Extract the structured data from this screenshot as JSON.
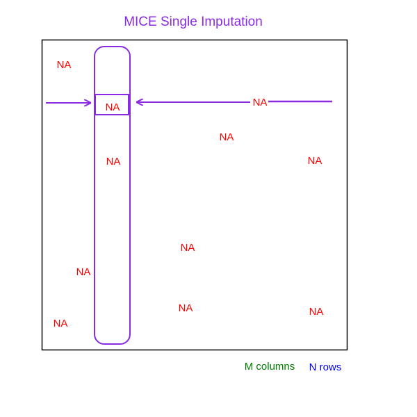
{
  "title": "MICE Single Imputation",
  "missing_label": "NA",
  "captions": {
    "columns": "M columns",
    "rows": "N rows"
  },
  "colors": {
    "title": "#8a2be2",
    "highlight": "#8a2be2",
    "missing": "#ff0000",
    "columns_caption": "#008000",
    "rows_caption": "#0000ff",
    "frame": "#000000"
  }
}
